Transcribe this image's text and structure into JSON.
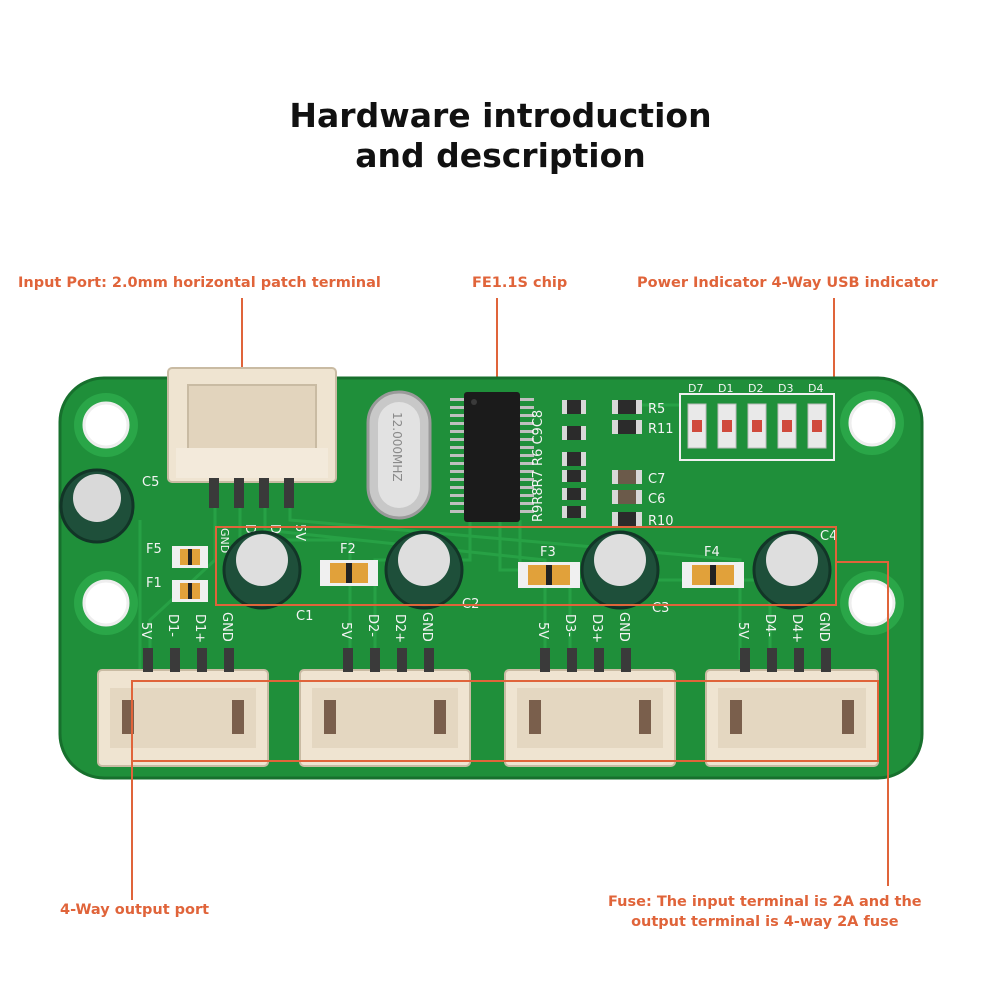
{
  "title": {
    "line1": "Hardware introduction",
    "line2": "and description"
  },
  "callouts": {
    "input_port": "Input Port: 2.0mm horizontal patch terminal",
    "chip": "FE1.1S chip",
    "power_indicator": "Power Indicator 4-Way USB indicator",
    "output_port": "4-Way output port",
    "fuse_line1": "Fuse: The input terminal is 2A and the",
    "fuse_line2": "output terminal is 4-way 2A fuse"
  },
  "silkscreen": {
    "input_pins": [
      "GND",
      "D+",
      "D-",
      "5V"
    ],
    "led_labels": [
      "D7",
      "D1",
      "D2",
      "D3",
      "D4"
    ],
    "resistor_labels": [
      "R5",
      "R11",
      "C7",
      "C6",
      "R10"
    ],
    "chip_side_labels": "R9R8R7 R6 C9C8",
    "crystal": "12.000MHZ",
    "capacitors": [
      "C5",
      "C1",
      "C2",
      "C3",
      "C4"
    ],
    "fuses": [
      "F5",
      "F1",
      "F2",
      "F3",
      "F4"
    ],
    "port_pins": [
      [
        "5V",
        "D1-",
        "D1+",
        "GND"
      ],
      [
        "5V",
        "D2-",
        "D2+",
        "GND"
      ],
      [
        "5V",
        "D3-",
        "D3+",
        "GND"
      ],
      [
        "5V",
        "D4-",
        "D4+",
        "GND"
      ]
    ]
  },
  "colors": {
    "accent": "#e0643a",
    "pcb": "#1f8f3a",
    "connector": "#efe4d1"
  }
}
